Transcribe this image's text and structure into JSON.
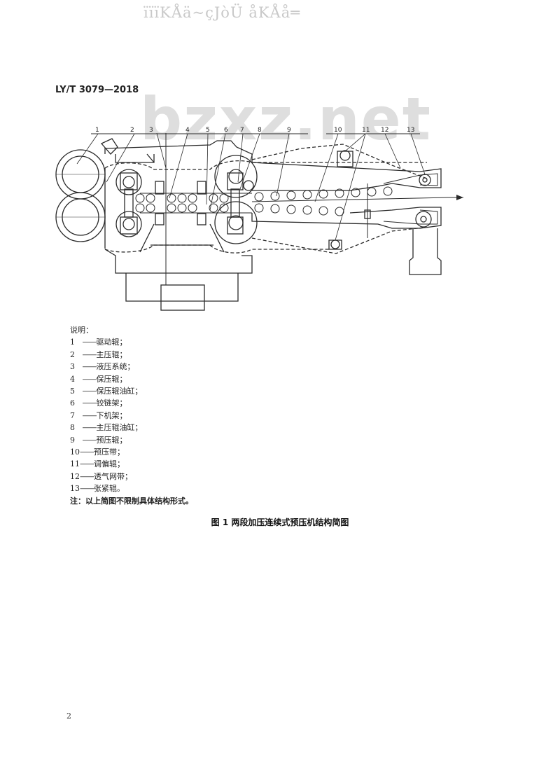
{
  "header": {
    "garbled_title": "ïïïKÅä~çJòÜ åKÅå═",
    "standard_code": "LY/T 3079—2018",
    "watermark": "bzxz.net"
  },
  "figure": {
    "callouts": [
      "1",
      "2",
      "3",
      "4",
      "5",
      "6",
      "7",
      "8",
      "9",
      "10",
      "11",
      "12",
      "13"
    ],
    "legend_title": "说明：",
    "legend": [
      {
        "num": "1",
        "label": "驱动辊；"
      },
      {
        "num": "2",
        "label": "主压辊；"
      },
      {
        "num": "3",
        "label": "液压系统；"
      },
      {
        "num": "4",
        "label": "保压辊；"
      },
      {
        "num": "5",
        "label": "保压辊油缸；"
      },
      {
        "num": "6",
        "label": "铰链架；"
      },
      {
        "num": "7",
        "label": "下机架；"
      },
      {
        "num": "8",
        "label": "主压辊油缸；"
      },
      {
        "num": "9",
        "label": "预压辊；"
      },
      {
        "num": "10",
        "label": "预压带；"
      },
      {
        "num": "11",
        "label": "调偏辊；"
      },
      {
        "num": "12",
        "label": "透气网带；"
      },
      {
        "num": "13",
        "label": "张紧辊。"
      }
    ],
    "legend_dash": "——",
    "note": "注：以上简图不限制具体结构形式。",
    "caption": "图 1   两段加压连续式预压机结构简图"
  },
  "footer": {
    "page_number": "2"
  }
}
